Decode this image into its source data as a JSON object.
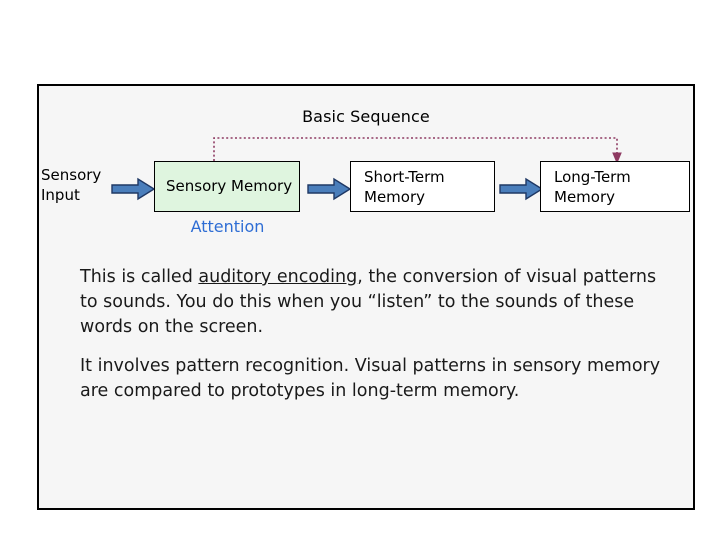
{
  "slide": {
    "background_color": "#f6f6f6",
    "border_color": "#000000"
  },
  "diagram": {
    "title": "Basic Sequence",
    "attention_label": "Attention",
    "attention_color": "#2e6dd4",
    "feedback_arrow_color": "#8e3a62",
    "block_arrow_fill": "#4a7ebb",
    "block_arrow_stroke": "#1f3864",
    "input_label": {
      "line1": "Sensory",
      "line2": "Input"
    },
    "boxes": [
      {
        "id": "sensory-memory",
        "line1": "Sensory Memory",
        "line2": "",
        "fill": "#dff5df"
      },
      {
        "id": "short-term-memory",
        "line1": "Short-Term",
        "line2": "Memory",
        "fill": "#ffffff"
      },
      {
        "id": "long-term-memory",
        "line1": "Long-Term",
        "line2": "Memory",
        "fill": "#ffffff"
      }
    ]
  },
  "body": {
    "paragraph1_part1": "This is called ",
    "paragraph1_term": "auditory encoding",
    "paragraph1_part2": ", the conversion of visual patterns to sounds.  You do this when you “listen” to the sounds of these words on the screen.",
    "paragraph2": "It involves pattern recognition.  Visual patterns in sensory memory are compared to prototypes in long-term memory."
  }
}
